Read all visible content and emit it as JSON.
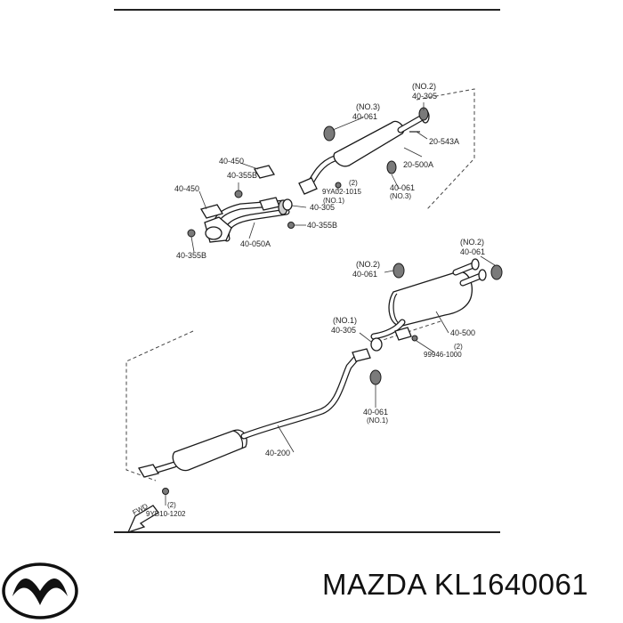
{
  "labels": {
    "no2_top": "(NO.2)",
    "p40305_top": "40-305",
    "no3_a": "(NO.3)",
    "p40061_a": "40-061",
    "p20543a": "20-543A",
    "p20500a": "20-500A",
    "p40450_a": "40-450",
    "p40355b_a": "40-355B",
    "p40450_b": "40-450",
    "p40061_b": "40-061",
    "no3_b": "(NO.3)",
    "n2_a": "(2)",
    "no1_a": "(NO.1)",
    "p9ya02": "9YA02-1015",
    "p40305_b": "40-305",
    "p40355b_b": "40-355B",
    "p40050a": "40-050A",
    "p40355b_c": "40-355B",
    "no2_c": "(NO.2)",
    "p40061_c": "40-061",
    "no2_d": "(NO.2)",
    "p40061_d": "40-061",
    "no1_b": "(NO.1)",
    "p40305_c": "40-305",
    "p40500": "40-500",
    "n2_b": "(2)",
    "p99946": "99946-1000",
    "p40061_e": "40-061",
    "no1_c": "(NO.1)",
    "p40200": "40-200",
    "n2_c": "(2)",
    "p9yb10": "9YB10-1202",
    "fwd": "FWD"
  },
  "brand": {
    "title": "MAZDA KL1640061",
    "logo_icon": "mazda-logo-icon"
  }
}
